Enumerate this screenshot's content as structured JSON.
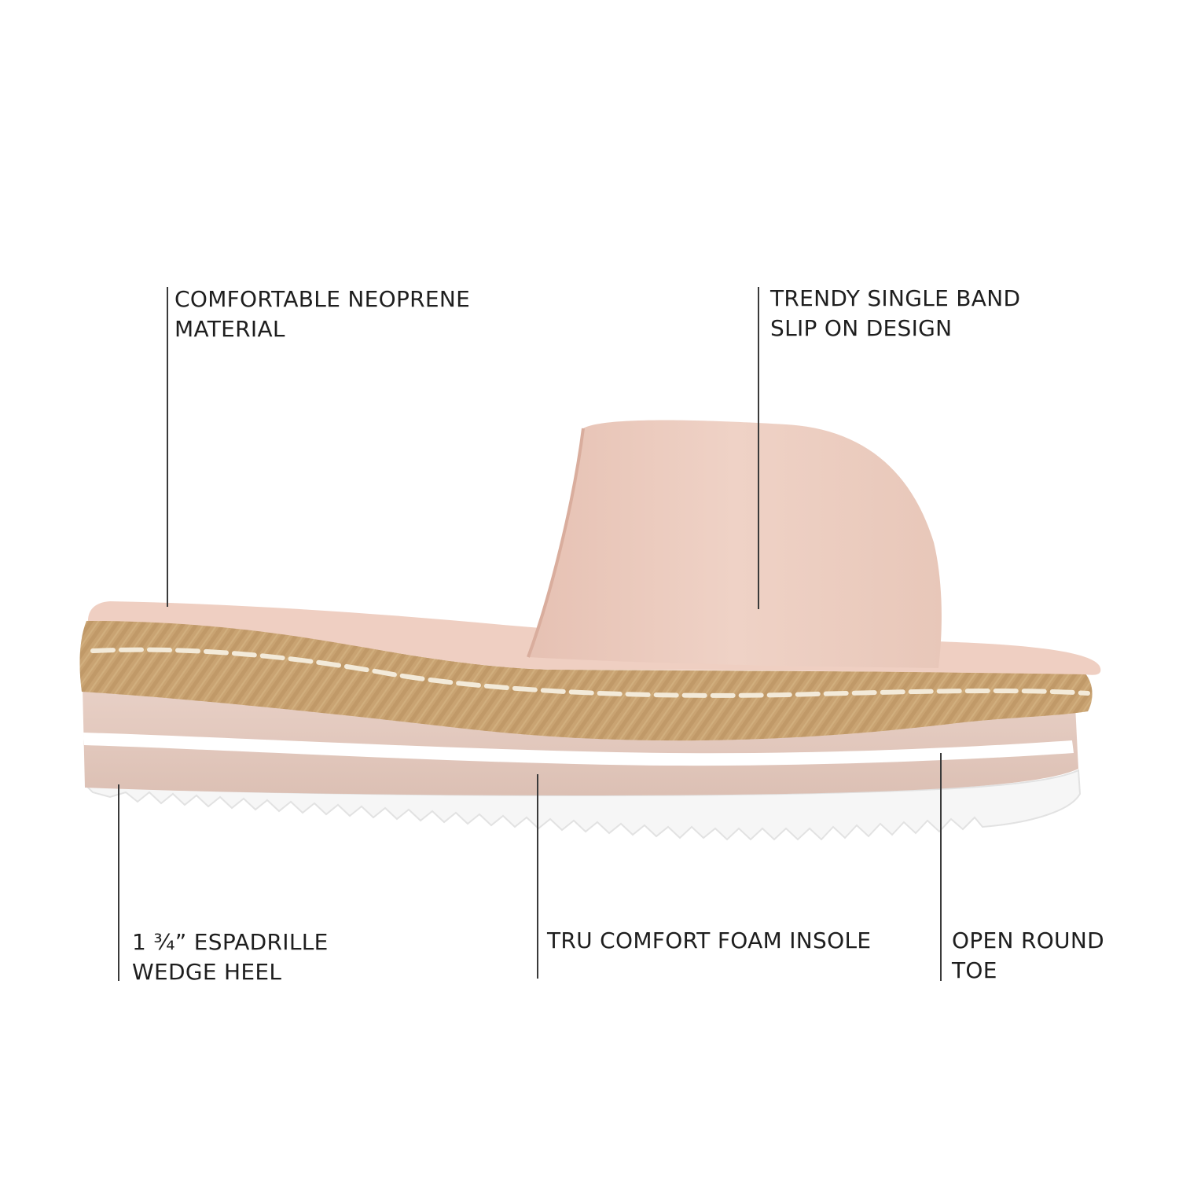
{
  "callouts": {
    "material": {
      "line1": "COMFORTABLE NEOPRENE",
      "line2": "MATERIAL"
    },
    "design": {
      "line1": "TRENDY SINGLE BAND",
      "line2": "SLIP ON DESIGN"
    },
    "heel": {
      "line1": "1 ¾” ESPADRILLE",
      "line2": "WEDGE HEEL"
    },
    "insole": {
      "line1": "TRU COMFORT FOAM INSOLE"
    },
    "toe": {
      "line1": "OPEN ROUND",
      "line2": "TOE"
    }
  },
  "colors": {
    "band": "#ecccc0",
    "footbed": "#efcfc1",
    "jute": "#c9a473",
    "stitch": "#f2e8d8",
    "midsole": "#e4cbc0",
    "stripe": "#ffffff",
    "outsole": "#f7f7f7",
    "line": "#3a3a3a"
  }
}
